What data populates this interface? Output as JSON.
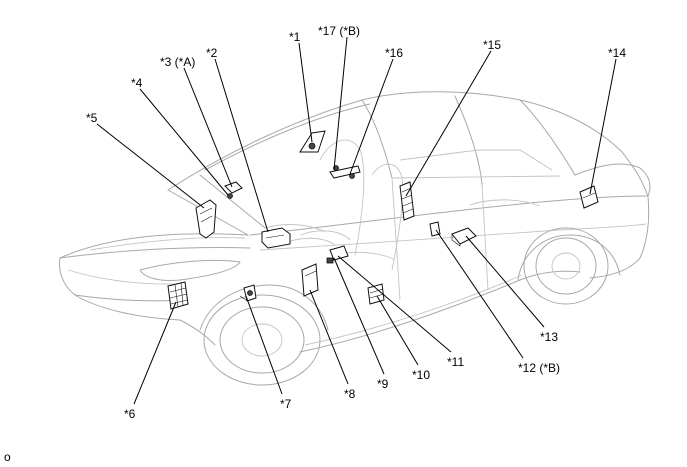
{
  "callouts": [
    {
      "id": "c1",
      "label": "*1"
    },
    {
      "id": "c2",
      "label": "*2"
    },
    {
      "id": "c3",
      "label": "*3 (*A)"
    },
    {
      "id": "c4",
      "label": "*4"
    },
    {
      "id": "c5",
      "label": "*5"
    },
    {
      "id": "c6",
      "label": "*6"
    },
    {
      "id": "c7",
      "label": "*7"
    },
    {
      "id": "c8",
      "label": "*8"
    },
    {
      "id": "c9",
      "label": "*9"
    },
    {
      "id": "c10",
      "label": "*10"
    },
    {
      "id": "c11",
      "label": "*11"
    },
    {
      "id": "c12",
      "label": "*12 (*B)"
    },
    {
      "id": "c13",
      "label": "*13"
    },
    {
      "id": "c14",
      "label": "*14"
    },
    {
      "id": "c15",
      "label": "*15"
    },
    {
      "id": "c16",
      "label": "*16"
    },
    {
      "id": "c17",
      "label": "*17 (*B)"
    }
  ],
  "footer": {
    "mark": "o"
  }
}
